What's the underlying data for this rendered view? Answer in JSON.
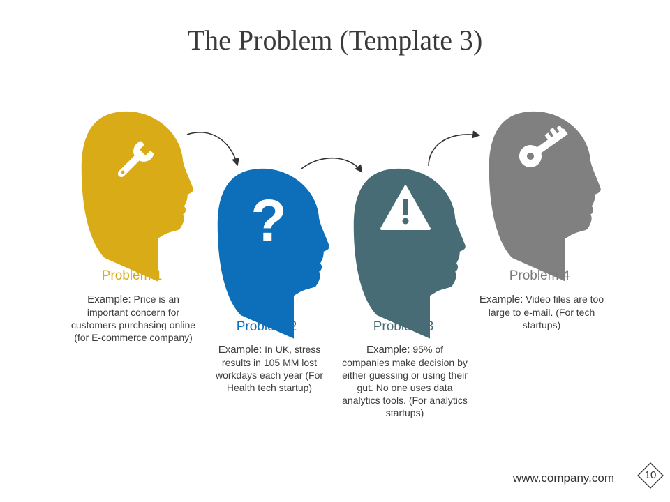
{
  "slide": {
    "title": "The Problem (Template 3)",
    "footer_url": "www.company.com",
    "page_number": "10"
  },
  "problems": [
    {
      "label": "Problem 1",
      "lead": "Example:",
      "text": " Price is an important concern for customers purchasing online (for E-commerce company)",
      "color": "#D9AB16",
      "icon": "wrench-icon"
    },
    {
      "label": "Problem 2",
      "lead": "Example:",
      "text": " In UK, stress results in 105 MM lost workdays each year (For Health tech startup)",
      "color": "#0D6FBA",
      "icon": "question-mark-icon"
    },
    {
      "label": "Problem 3",
      "lead": "Example:",
      "text": " 95% of companies make decision by either guessing or using their gut. No one uses data analytics tools. (For analytics startups)",
      "color": "#476C75",
      "icon": "warning-icon"
    },
    {
      "label": "Problem 4",
      "lead": "Example:",
      "text": " Video files are too large to e-mail. (For tech startups)",
      "color": "#808080",
      "icon": "key-icon"
    }
  ]
}
